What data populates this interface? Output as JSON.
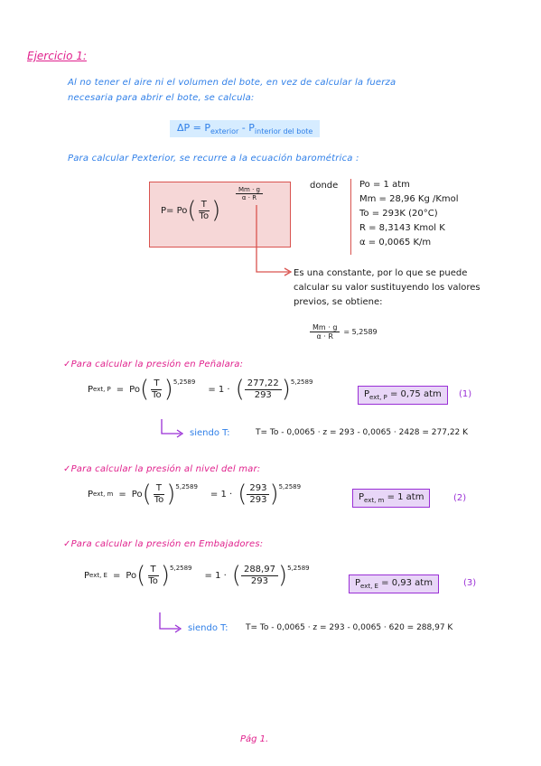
{
  "title": "Ejercicio 1:",
  "intro": [
    "Al no tener el aire ni el volumen del bote, en vez de calcular la fuerza",
    "necesaria para abrir el bote, se calcula:"
  ],
  "delta": {
    "lhs": "ΔP = P",
    "sub1": "exterior",
    "mid": " - P",
    "sub2": "interior del bote"
  },
  "barometric_intro": "Para calcular Pexterior, se recurre a la ecuación barométrica :",
  "formula": {
    "p": "P= Po",
    "T": "T",
    "To": "To",
    "exp_num": "Mm · g",
    "exp_den": "α · R"
  },
  "donde": "donde",
  "constants": [
    "Po = 1 atm",
    "Mm = 28,96 Kg /Kmol",
    "To = 293K (20°C)",
    "R = 8,3143 Kmol K",
    "α = 0,0065 K/m"
  ],
  "note": [
    "Es una constante, por lo que se puede",
    "calcular su valor sustituyendo los valores",
    "previos, se obtiene:"
  ],
  "constant_result": {
    "num": "Mm · g",
    "den": "α · R",
    "val": "= 5,2589"
  },
  "cases": [
    {
      "heading": "✓Para calcular la presión en Peñalara:",
      "lhs": "P",
      "lhs_sub": "ext, P",
      "eq": "=",
      "po": "Po",
      "exp": "5,2589",
      "times": "= 1 ·",
      "num": "277,22",
      "den": "293",
      "exp2": "5,2589",
      "result": "P",
      "result_sub": "ext, P",
      "result_val": "= 0,75 atm",
      "tag": "(1)",
      "sub_note": "siendo T:",
      "sub_eq": "T= To - 0,0065 · z = 293 - 0,0065 · 2428 = 277,22 K"
    },
    {
      "heading": "✓Para calcular la presión al nivel del mar:",
      "lhs": "P",
      "lhs_sub": "ext, m",
      "eq": "=",
      "po": "Po",
      "exp": "5,2589",
      "times": "= 1 ·",
      "num": "293",
      "den": "293",
      "exp2": "5,2589",
      "result": "P",
      "result_sub": "ext, m",
      "result_val": "= 1 atm",
      "tag": "(2)"
    },
    {
      "heading": "✓Para calcular la presión en Embajadores:",
      "lhs": "P",
      "lhs_sub": "ext, E",
      "eq": "=",
      "po": "Po",
      "exp": "5,2589",
      "times": "= 1 ·",
      "num": "288,97",
      "den": "293",
      "exp2": "5,2589",
      "result": "P",
      "result_sub": "ext, E",
      "result_val": "= 0,93 atm",
      "tag": "(3)",
      "sub_note": "siendo T:",
      "sub_eq": "T= To - 0,0065 · z = 293 - 0,0065 · 620 = 288,97 K"
    }
  ],
  "footer": "Pág 1.",
  "colors": {
    "accent": "#e0208c",
    "blue": "#2f7fe8",
    "purple": "#9a2fd6",
    "box_fill": "#f6d7d7",
    "box_border": "#d9534f",
    "result_box": "#e8d6f7"
  }
}
